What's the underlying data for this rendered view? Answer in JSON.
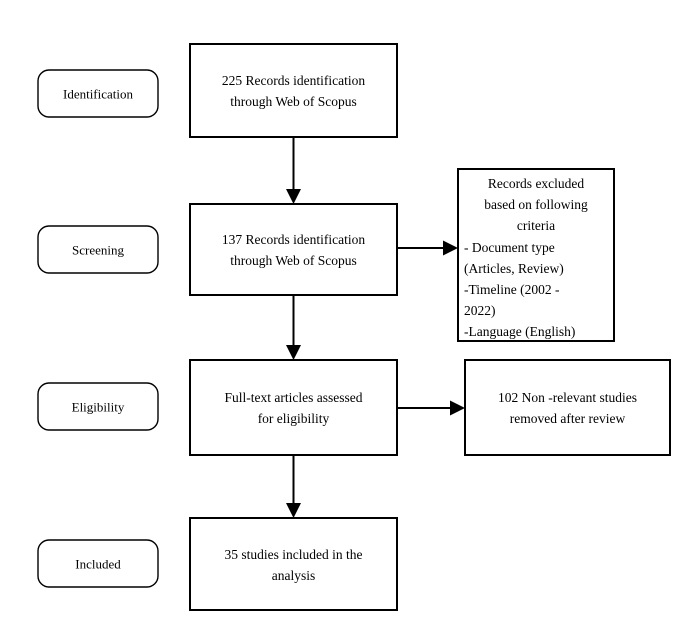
{
  "diagram": {
    "type": "prisma-flow-diagram",
    "stages": [
      {
        "key": "identification",
        "label": "Identification"
      },
      {
        "key": "screening",
        "label": "Screening"
      },
      {
        "key": "eligibility",
        "label": "Eligibility"
      },
      {
        "key": "included",
        "label": "Included"
      }
    ],
    "main_boxes": [
      {
        "key": "records-identified",
        "lines": [
          "225 Records identification",
          "through Web of Scopus"
        ]
      },
      {
        "key": "records-screened",
        "lines": [
          "137 Records identification",
          "through Web of Scopus"
        ]
      },
      {
        "key": "full-text-assessed",
        "lines": [
          "Full-text articles assessed",
          "for eligibility"
        ]
      },
      {
        "key": "studies-included",
        "lines": [
          "35 studies included in the",
          "analysis"
        ]
      }
    ],
    "side_boxes": [
      {
        "key": "records-excluded",
        "centered_lines": [
          "Records excluded",
          "based on following",
          "criteria"
        ],
        "left_lines": [
          "- Document type",
          "(Articles, Review)",
          "-Timeline (2002 -",
          "2022)",
          "-Language (English)"
        ]
      },
      {
        "key": "non-relevant-removed",
        "centered_lines": [
          "102 Non -relevant studies",
          "removed after review"
        ],
        "left_lines": []
      }
    ],
    "colors": {
      "stroke": "#000000",
      "fill": "#ffffff",
      "text": "#000000"
    }
  }
}
